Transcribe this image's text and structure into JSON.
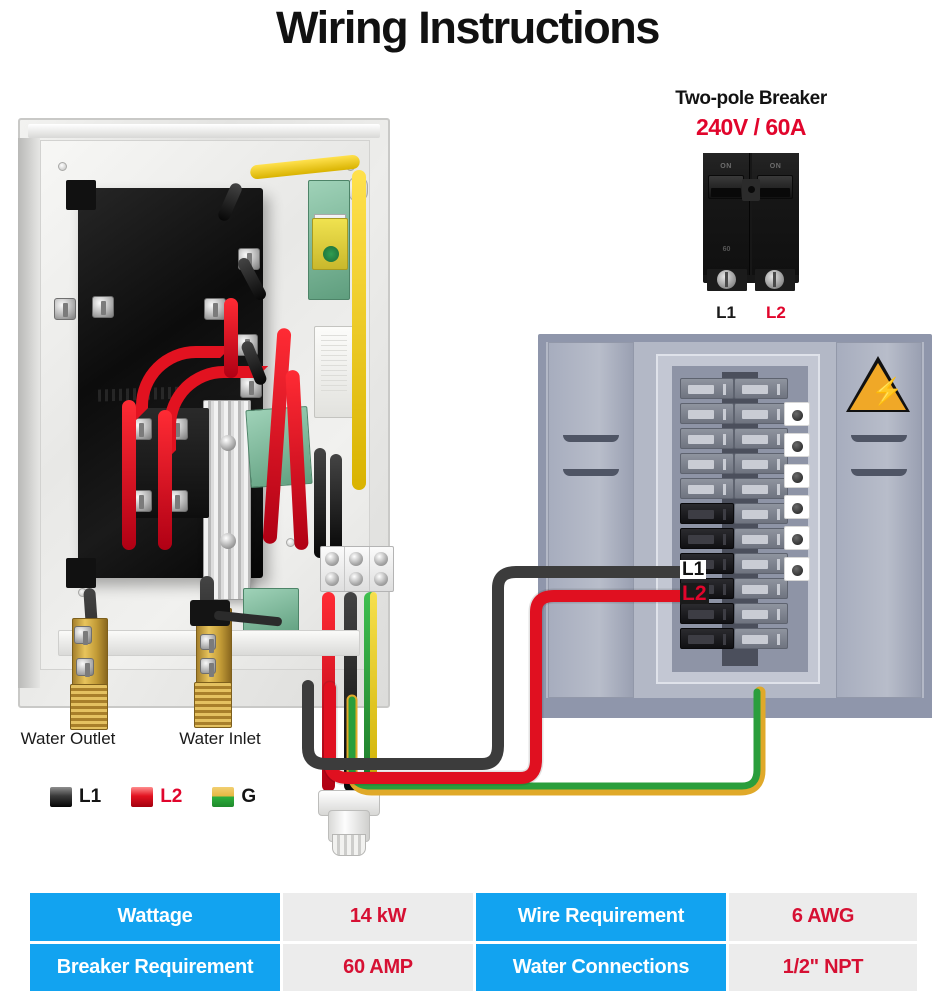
{
  "title": "Wiring Instructions",
  "breaker_callout": {
    "title": "Two-pole Breaker",
    "rating": "240V / 60A",
    "on_left": "ON",
    "on_right": "ON",
    "amp_mark": "60",
    "leg_left": "L1",
    "leg_right": "L2"
  },
  "heater": {
    "water_outlet_label": "Water Outlet",
    "water_inlet_label": "Water Inlet"
  },
  "panel": {
    "l1_tag": "L1",
    "l2_tag": "L2",
    "warning_icon": "electrical-hazard-icon",
    "bolt_glyph": "⚡"
  },
  "legend": {
    "items": [
      {
        "label": "L1",
        "color": "#141414",
        "swatch": "black"
      },
      {
        "label": "L2",
        "color": "#e1052c",
        "swatch": "red"
      },
      {
        "label": "G",
        "color": "#141414",
        "swatch": "yellow-green"
      }
    ]
  },
  "spec_table": {
    "rows": [
      {
        "h1": "Wattage",
        "v1": "14 kW",
        "h2": "Wire Requirement",
        "v2": "6 AWG"
      },
      {
        "h1": "Breaker Requirement",
        "v1": "60 AMP",
        "h2": "Water Connections",
        "v2": "1/2\" NPT"
      }
    ],
    "header_color": "#12a3f0",
    "value_color": "#d61033",
    "value_bg": "#ececec"
  },
  "chart_data": {
    "type": "table",
    "title": "Wiring Instructions",
    "categories": [
      "Wattage",
      "Breaker Requirement",
      "Wire Requirement",
      "Water Connections"
    ],
    "values": [
      "14 kW",
      "60 AMP",
      "6 AWG",
      "1/2\" NPT"
    ],
    "annotations": [
      "240V / 60A",
      "Two-pole Breaker",
      "L1",
      "L2",
      "G",
      "Water Outlet",
      "Water Inlet"
    ]
  }
}
